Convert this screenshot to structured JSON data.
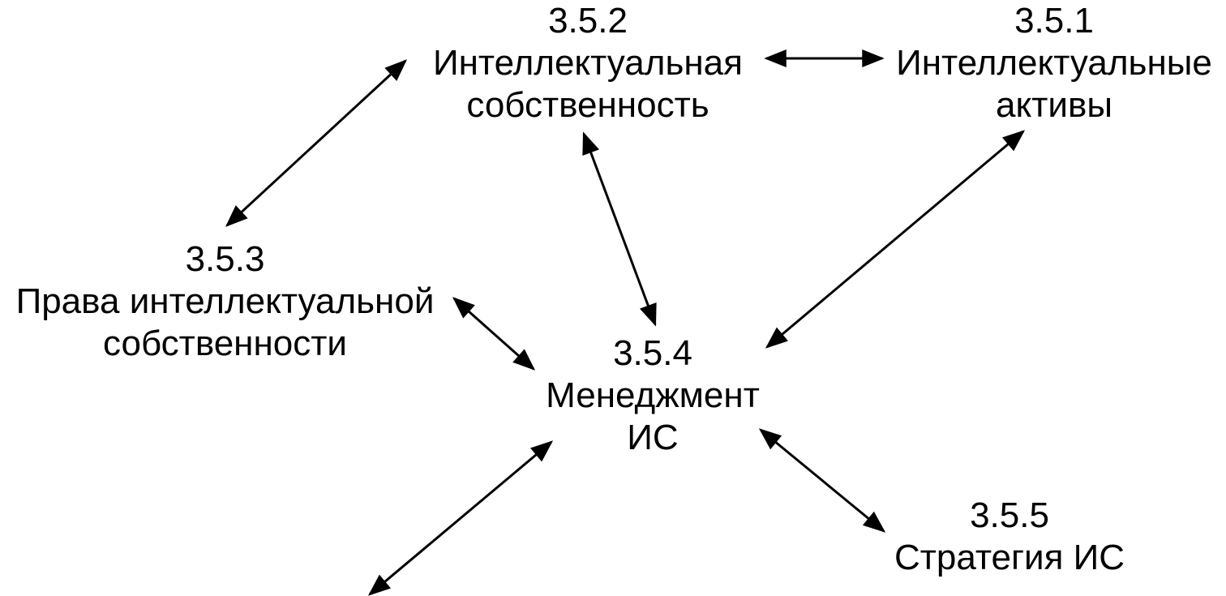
{
  "nodes": [
    {
      "id": "3.5.1",
      "number": "3.5.1",
      "title_lines": [
        "Интеллектуальные",
        "активы"
      ]
    },
    {
      "id": "3.5.2",
      "number": "3.5.2",
      "title_lines": [
        "Интеллектуальная",
        "собственность"
      ]
    },
    {
      "id": "3.5.3",
      "number": "3.5.3",
      "title_lines": [
        "Права интеллектуальной",
        "собственности"
      ]
    },
    {
      "id": "3.5.4",
      "number": "3.5.4",
      "title_lines": [
        "Менеджмент",
        "ИС"
      ]
    },
    {
      "id": "3.5.5",
      "number": "3.5.5",
      "title_lines": [
        "Стратегия ИС"
      ]
    }
  ],
  "links": [
    {
      "from": "3.5.2",
      "to": "3.5.1",
      "bidirectional": true
    },
    {
      "from": "3.5.2",
      "to": "3.5.3",
      "bidirectional": true
    },
    {
      "from": "3.5.2",
      "to": "3.5.4",
      "bidirectional": true
    },
    {
      "from": "3.5.1",
      "to": "3.5.4",
      "bidirectional": true
    },
    {
      "from": "3.5.3",
      "to": "3.5.4",
      "bidirectional": true
    },
    {
      "from": "3.5.4",
      "to": "3.5.5",
      "bidirectional": true
    },
    {
      "from": "3.5.4",
      "to": "off-page",
      "bidirectional": true
    }
  ],
  "colors": {
    "ink": "#000000",
    "background": "#ffffff"
  }
}
